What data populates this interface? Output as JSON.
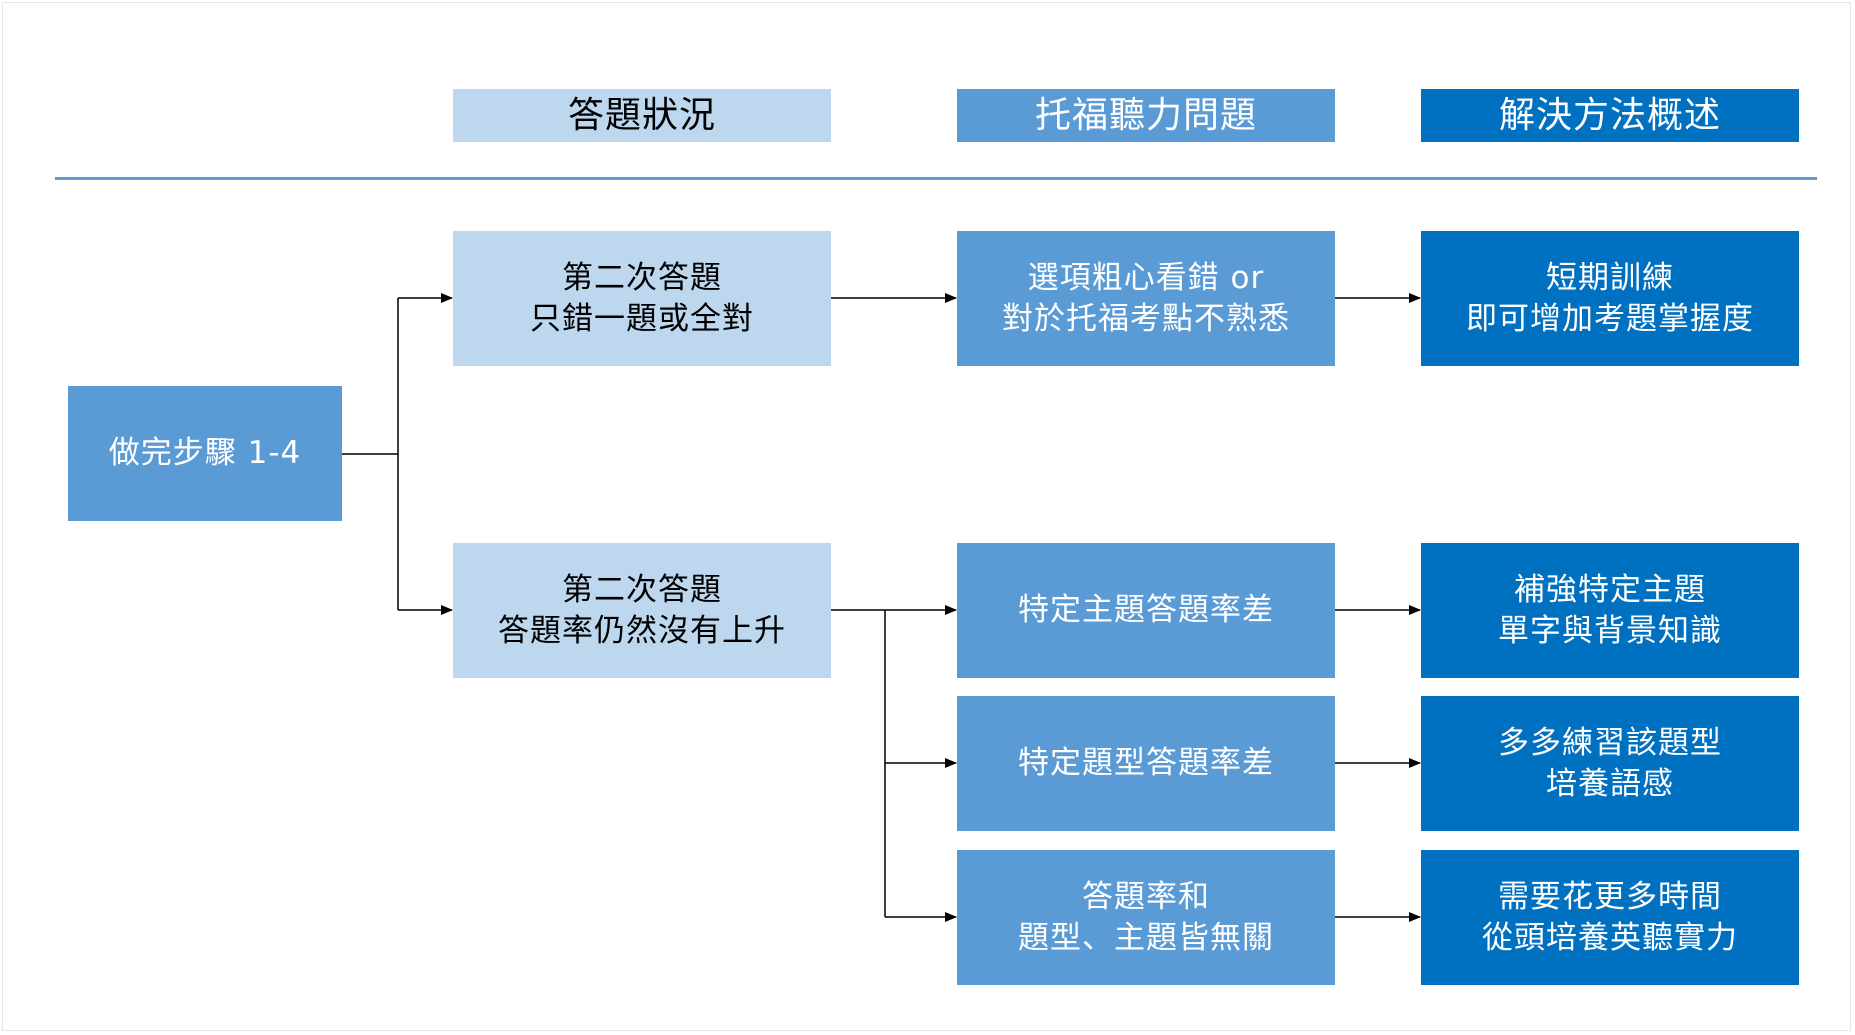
{
  "colors": {
    "light": "#bdd7ee",
    "mid": "#5b9bd5",
    "dark": "#0070c0",
    "divider": "#5b9bd5",
    "connector": "#000000"
  },
  "headers": {
    "status": "答題狀況",
    "problem": "托福聽力問題",
    "solution": "解決方法概述"
  },
  "start": {
    "label": "做完步驟 1-4"
  },
  "status": {
    "top": {
      "line1": "第二次答題",
      "line2": "只錯一題或全對"
    },
    "bottom": {
      "line1": "第二次答題",
      "line2": "答題率仍然沒有上升"
    }
  },
  "problems": {
    "p1": {
      "line1": "選項粗心看錯 or",
      "line2": "對於托福考點不熟悉"
    },
    "p2": {
      "line1": "特定主題答題率差"
    },
    "p3": {
      "line1": "特定題型答題率差"
    },
    "p4": {
      "line1": "答題率和",
      "line2": "題型、主題皆無關"
    }
  },
  "solutions": {
    "s1": {
      "line1": "短期訓練",
      "line2": "即可增加考題掌握度"
    },
    "s2": {
      "line1": "補強特定主題",
      "line2": "單字與背景知識"
    },
    "s3": {
      "line1": "多多練習該題型",
      "line2": "培養語感"
    },
    "s4": {
      "line1": "需要花更多時間",
      "line2": "從頭培養英聽實力"
    }
  }
}
